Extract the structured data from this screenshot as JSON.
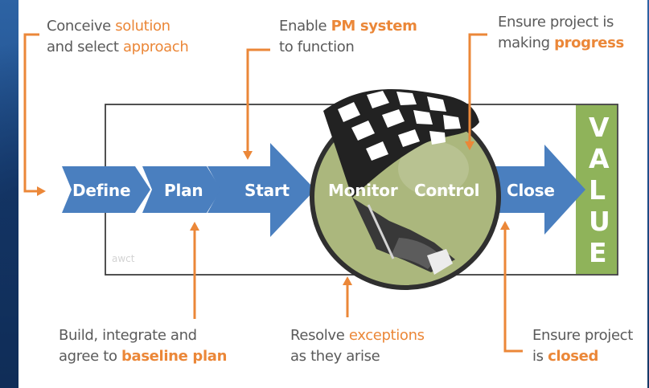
{
  "annotations": {
    "top_left": {
      "line1_pre": "Conceive ",
      "line1_hl": "solution",
      "line2_pre": "and select ",
      "line2_hl": "approach"
    },
    "top_mid": {
      "line1_pre": "Enable ",
      "line1_hl": "PM system",
      "line2": "to function"
    },
    "top_right": {
      "line1": "Ensure project is",
      "line2_pre": "making ",
      "line2_hl": "progress"
    },
    "bottom_left": {
      "line1": "Build, integrate and",
      "line2_pre": "agree to ",
      "line2_hl": "baseline plan"
    },
    "bottom_mid": {
      "line1_pre": "Resolve ",
      "line1_hl": "exceptions",
      "line2": "as they arise"
    },
    "bottom_right": {
      "line1": "Ensure project",
      "line2_pre": "is ",
      "line2_hl": "closed"
    }
  },
  "steps": {
    "define": "Define",
    "plan": "Plan",
    "start": "Start",
    "monitor": "Monitor",
    "control": "Control",
    "close": "Close"
  },
  "value_letters": [
    "V",
    "A",
    "L",
    "U",
    "E"
  ],
  "watermark": "awct",
  "colors": {
    "arrow_blue": "#4a7fbf",
    "highlight_orange": "#eb8738",
    "value_green": "#8fb35a",
    "circle_green": "#abb77d",
    "frame_blue": "#2d63a4"
  }
}
